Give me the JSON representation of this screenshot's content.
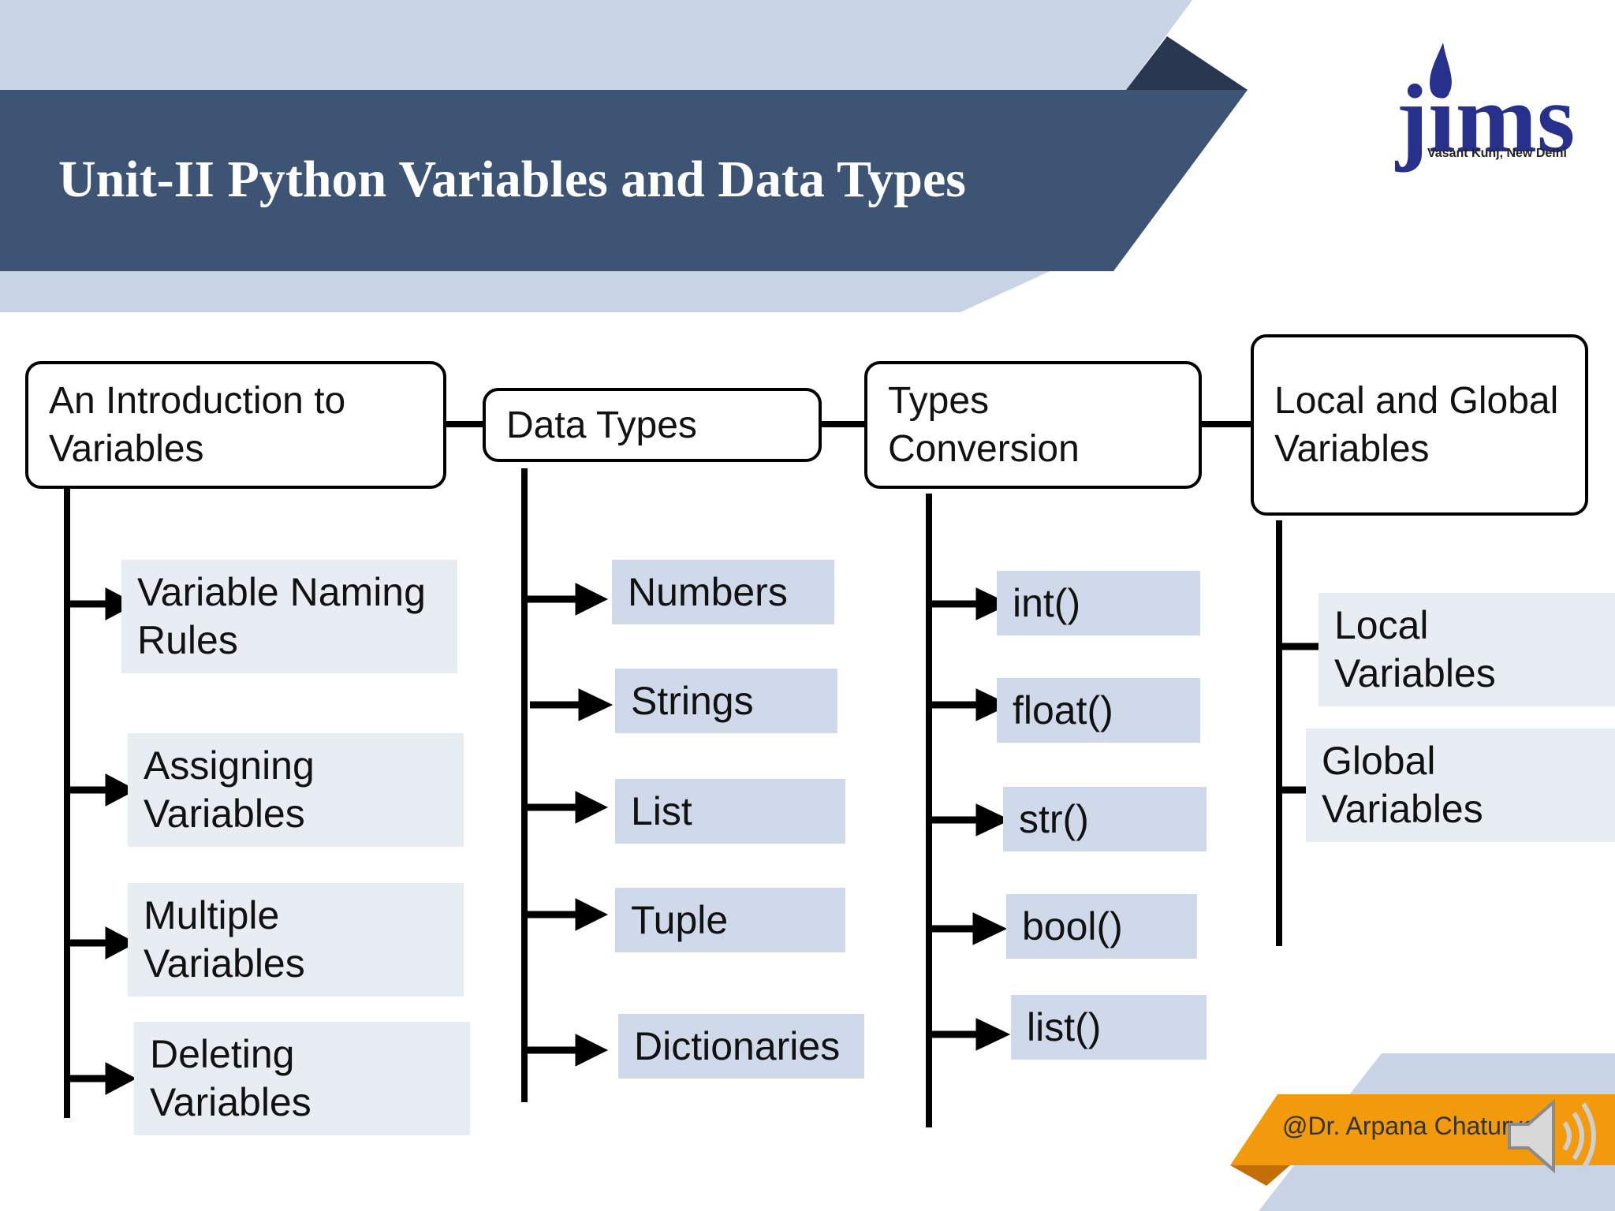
{
  "slide": {
    "title": "Unit-II Python Variables and Data Types",
    "logo": {
      "name": "jims",
      "subtitle": "Vasant Kunj, New Delhi"
    },
    "footer": "@Dr. Arpana Chaturvedi"
  },
  "diagram": {
    "columns": [
      {
        "heading": "An Introduction to Variables",
        "items": [
          "Variable Naming Rules",
          "Assigning Variables",
          "Multiple Variables",
          "Deleting Variables"
        ]
      },
      {
        "heading": "Data Types",
        "items": [
          "Numbers",
          "Strings",
          "List",
          "Tuple",
          "Dictionaries"
        ]
      },
      {
        "heading": "Types Conversion",
        "items": [
          "int()",
          "float()",
          "str()",
          "bool()",
          "list()"
        ]
      },
      {
        "heading": "Local and Global Variables",
        "items": [
          "Local Variables",
          "Global Variables"
        ]
      }
    ]
  },
  "colors": {
    "banner_dark": "#3e5474",
    "banner_light": "#c8d3e5",
    "triangle_dark": "#293750",
    "item_light": "#e8ecf3",
    "item_blue": "#d0d9e9",
    "footer_orange": "#f39a0c",
    "logo_blue": "#27308a"
  }
}
